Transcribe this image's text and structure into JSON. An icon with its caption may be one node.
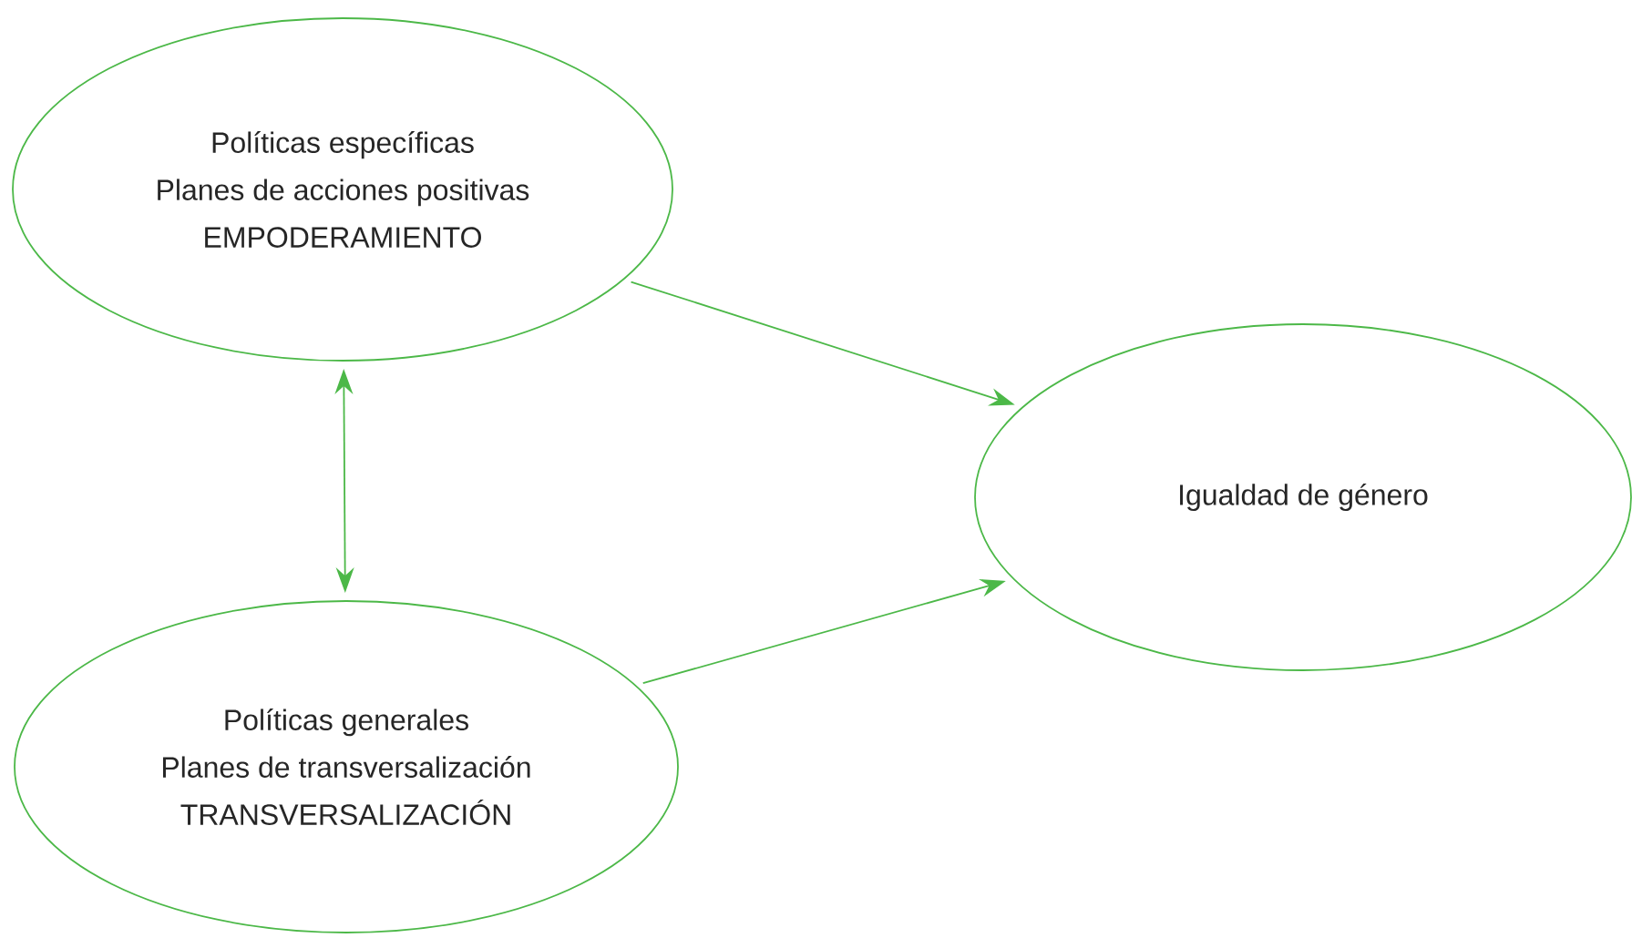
{
  "diagram": {
    "nodes": [
      {
        "text": [
          "Políticas específicas",
          "Planes de acciones positivas",
          "EMPODERAMIENTO"
        ]
      },
      {
        "text": [
          "Igualdad de género"
        ]
      },
      {
        "text": [
          "Políticas generales",
          "Planes de transversalización",
          "TRANSVERSALIZACIÓN"
        ]
      }
    ],
    "edges": [
      {
        "from": 0,
        "to": 1,
        "arrow": "to"
      },
      {
        "from": 2,
        "to": 1,
        "arrow": "to"
      },
      {
        "from": 0,
        "to": 2,
        "arrow": "both"
      }
    ]
  }
}
